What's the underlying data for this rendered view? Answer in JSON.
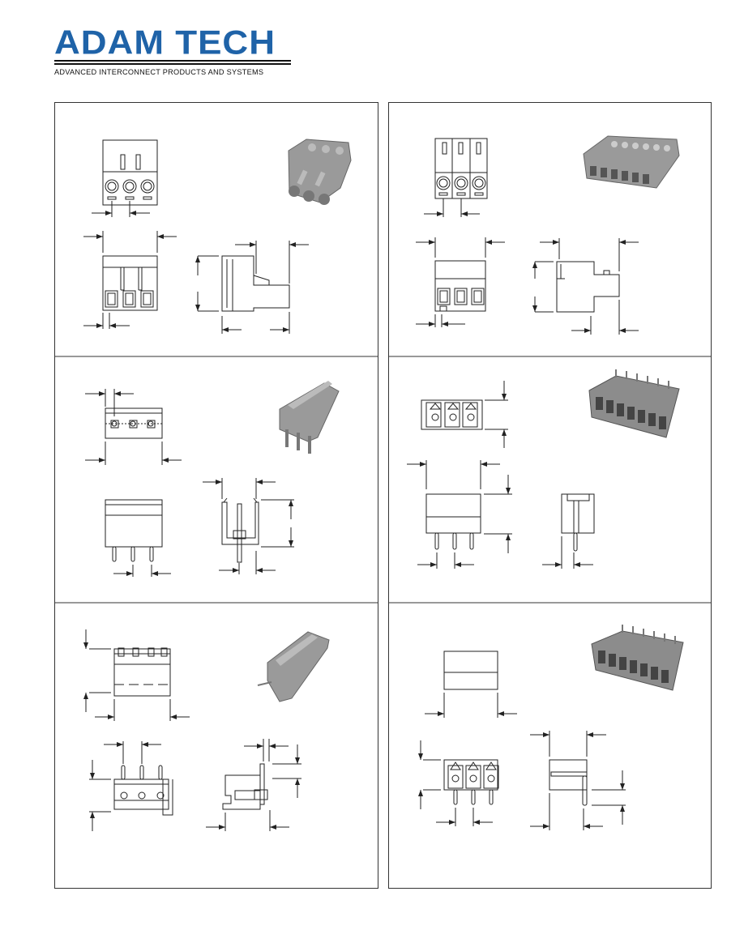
{
  "brand": {
    "name": "ADAM TECH",
    "tagline": "ADVANCED INTERCONNECT PRODUCTS AND SYSTEMS",
    "logo_color": "#1f63a8"
  },
  "colors": {
    "drawing_stroke": "#222222",
    "photo_fill": "#9a9a9a",
    "photo_dark": "#555555"
  },
  "panels": [
    {
      "id": "plug-vertical-screw",
      "drawing": "plug with screw terminals, front / side views"
    },
    {
      "id": "plug-vertical-screw-2",
      "drawing": "plug with screw terminals, front / side views"
    },
    {
      "id": "header-straight",
      "drawing": "straight pin header, top / front / side views"
    },
    {
      "id": "plug-spring",
      "drawing": "spring plug, top / front / side views"
    },
    {
      "id": "header-right-angle",
      "drawing": "right angle header, top / front / side views"
    },
    {
      "id": "header-right-angle-2",
      "drawing": "right angle header, top / front / side views"
    }
  ]
}
